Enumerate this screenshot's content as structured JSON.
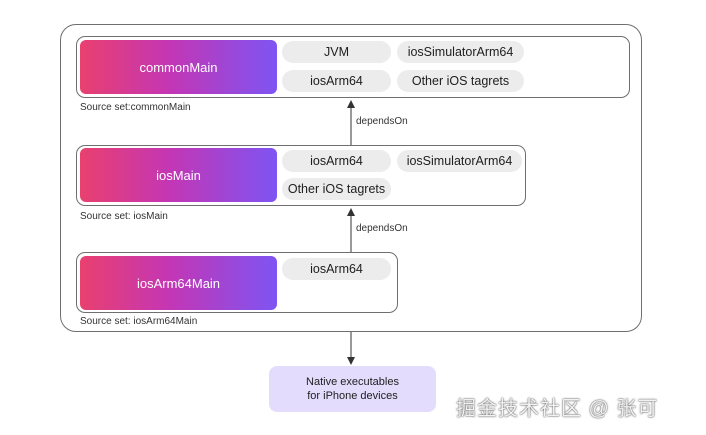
{
  "common": {
    "name": "commonMain",
    "targets": [
      "JVM",
      "iosSimulatorArm64",
      "iosArm64",
      "Other iOS tagrets"
    ],
    "caption": "Source set:commonMain"
  },
  "ios": {
    "name": "iosMain",
    "targets": [
      "iosArm64",
      "iosSimulatorArm64",
      "Other iOS tagrets"
    ],
    "caption": "Source set: iosMain"
  },
  "iosArm64": {
    "name": "iosArm64Main",
    "targets": [
      "iosArm64"
    ],
    "caption": "Source set: iosArm64Main"
  },
  "edges": {
    "depends_on_1": "dependsOn",
    "depends_on_2": "dependsOn"
  },
  "native": {
    "line1": "Native executables",
    "line2": "for iPhone devices"
  },
  "watermark": "掘金技术社区 @ 张可",
  "colors": {
    "gradient_start": "#e9406f",
    "gradient_end": "#7e54f3",
    "native_box": "#e4dcfc",
    "pill": "#ececec"
  }
}
